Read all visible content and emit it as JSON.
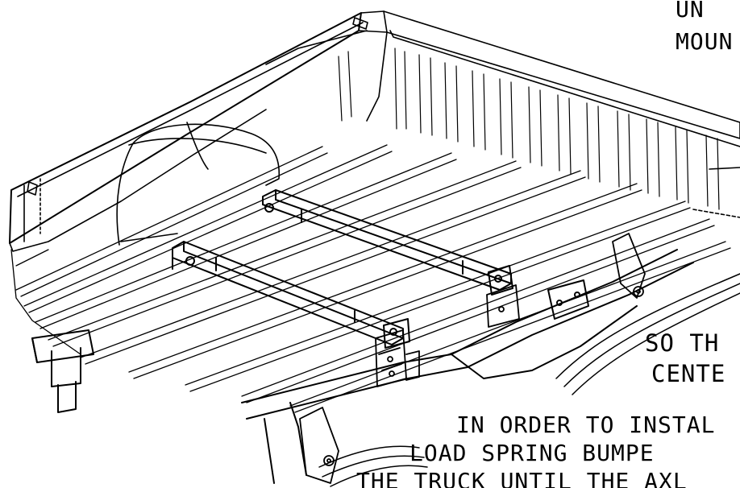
{
  "figure": {
    "line_color": "#000000",
    "background": "#ffffff"
  },
  "labels": {
    "note_top": [
      "UN",
      "MOUN"
    ],
    "note_right": [
      "SO TH",
      "CENTE"
    ],
    "note_bottom": [
      "IN ORDER TO INSTAL",
      "LOAD SPRING BUMPE",
      "THE TRUCK UNTIL THE AXL"
    ]
  }
}
